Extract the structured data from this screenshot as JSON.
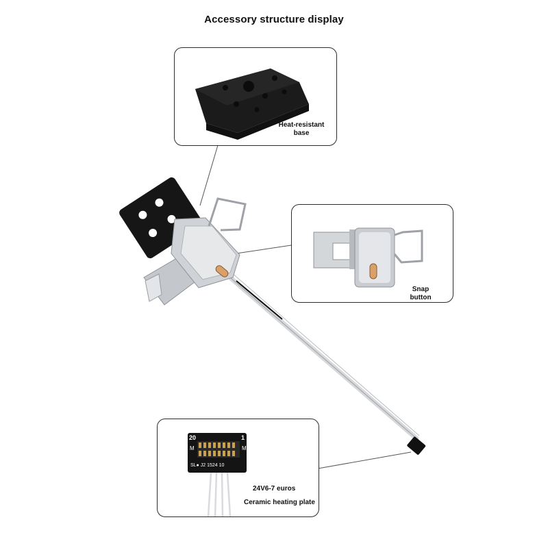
{
  "page": {
    "title": "Accessory structure display"
  },
  "callouts": {
    "base": {
      "label_line1": "Heat-resistant",
      "label_line2": "base"
    },
    "snap": {
      "label_line1": "Snap",
      "label_line2": "button"
    },
    "plate": {
      "label_voltage": "24V6-7 euros",
      "label_name": "Ceramic heating plate"
    }
  },
  "connector_markings": {
    "left_top": "20",
    "right_top": "1",
    "left_mid": "M",
    "right_mid": "M",
    "bottom": "SL● J2 1524 10"
  },
  "colors": {
    "frame": "#2b2b2b",
    "plastic": "#1c1c1c",
    "metal": "#c9ccd0",
    "copper": "#d9a06a"
  }
}
